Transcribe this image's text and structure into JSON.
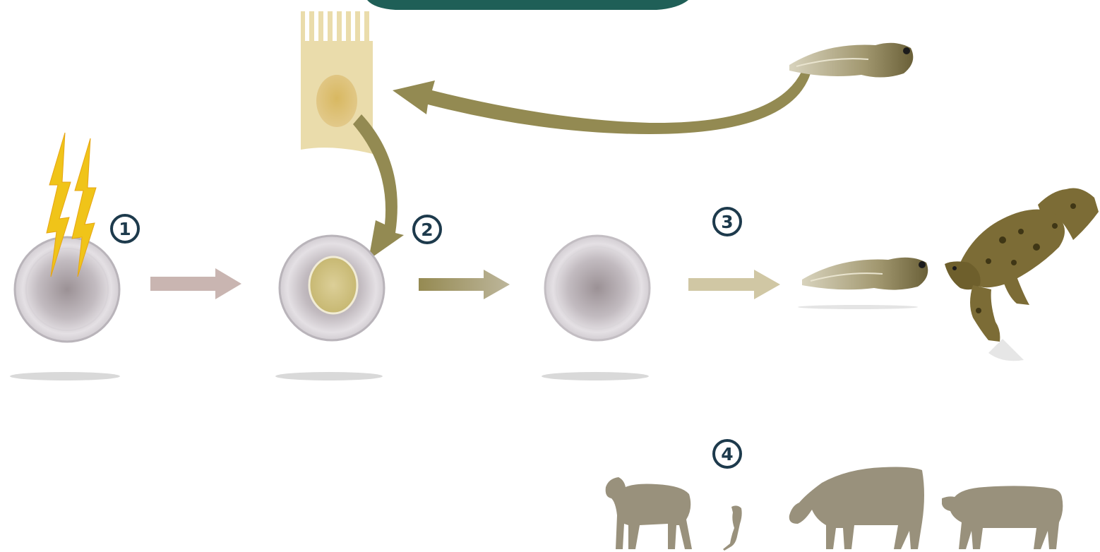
{
  "steps": [
    {
      "number": "1"
    },
    {
      "number": "2"
    },
    {
      "number": "3"
    },
    {
      "number": "4"
    }
  ],
  "icons": {
    "uv": "lightning-bolt-icon",
    "egg": "egg-cell-icon",
    "donor_cell": "intestinal-cell-icon",
    "tadpole": "tadpole-icon",
    "frog": "frog-icon",
    "sheep": "sheep-silhouette-icon",
    "mouse": "mouse-silhouette-icon",
    "cow": "cow-silhouette-icon",
    "pig": "pig-silhouette-icon"
  },
  "colors": {
    "badge": "#1d3a4c",
    "banner": "#1f5f57",
    "lightning": "#f0c419",
    "egg": "#d8d4da",
    "nucleus": "#d9c98a",
    "cell": "#e9dbaa",
    "olive_arrow": "#938a52",
    "mauve_arrow": "#c6b2ae",
    "tan_arrow": "#d0c7a4",
    "animals": "#99917c",
    "frog": "#7c6c36",
    "tadpole": "#a79c70"
  }
}
